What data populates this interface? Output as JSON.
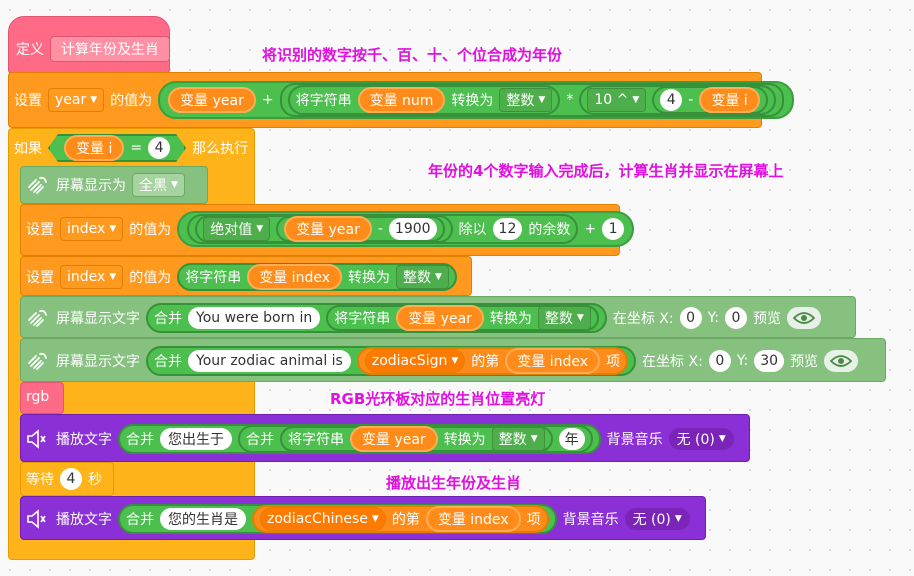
{
  "define": {
    "label": "定义",
    "name": "计算年份及生肖"
  },
  "annotations": {
    "a1": "将识别的数字按千、百、十、个位合成为年份",
    "a2": "年份的4个数字输入完成后，计算生肖并显示在屏幕上",
    "a3": "RGB光环板对应的生肖位置亮灯",
    "a4": "播放出生年份及生肖"
  },
  "set_year": {
    "set": "设置",
    "var": "year",
    "value_of": "的值为",
    "var_year": "变量 year",
    "plus": "+",
    "convert_str": "将字符串",
    "var_num": "变量 num",
    "convert_to": "转换为",
    "type": "整数",
    "times": "*",
    "pow": "10 ^",
    "four": "4",
    "minus": "-",
    "var_i": "变量 i"
  },
  "if_block": {
    "if": "如果",
    "var_i": "变量 i",
    "eq": "=",
    "val": "4",
    "then": "那么执行"
  },
  "screen1": {
    "label": "屏幕显示为",
    "option": "全黑"
  },
  "set_index1": {
    "set": "设置",
    "var": "index",
    "value_of": "的值为",
    "abs": "绝对值",
    "var_year": "变量 year",
    "minus": "-",
    "base": "1900",
    "mod": "除以",
    "twelve": "12",
    "rem": "的余数",
    "plus": "+",
    "one": "1"
  },
  "set_index2": {
    "set": "设置",
    "var": "index",
    "value_of": "的值为",
    "convert_str": "将字符串",
    "var_index": "变量 index",
    "convert_to": "转换为",
    "type": "整数"
  },
  "show1": {
    "label": "屏幕显示文字",
    "join": "合并",
    "text": "You were born in",
    "convert_str": "将字符串",
    "var_year": "变量 year",
    "convert_to": "转换为",
    "type": "整数",
    "at": "在坐标 X:",
    "x": "0",
    "y_label": "Y:",
    "y": "0",
    "preview": "预览"
  },
  "show2": {
    "label": "屏幕显示文字",
    "join": "合并",
    "text": "Your zodiac animal is",
    "list": "zodiacSign",
    "nth": "的第",
    "var_index": "变量 index",
    "item": "项",
    "at": "在坐标 X:",
    "x": "0",
    "y_label": "Y:",
    "y": "30",
    "preview": "预览"
  },
  "rgb": {
    "label": "rgb"
  },
  "play1": {
    "label": "播放文字",
    "join": "合并",
    "text": "您出生于",
    "join2": "合并",
    "convert_str": "将字符串",
    "var_year": "变量 year",
    "convert_to": "转换为",
    "type": "整数",
    "year_char": "年",
    "bgm": "背景音乐",
    "bgm_opt": "无 (0)"
  },
  "wait": {
    "label": "等待",
    "val": "4",
    "unit": "秒"
  },
  "play2": {
    "label": "播放文字",
    "join": "合并",
    "text": "您的生肖是",
    "list": "zodiacChinese",
    "nth": "的第",
    "var_index": "变量 index",
    "item": "项",
    "bgm": "背景音乐",
    "bgm_opt": "无 (0)"
  },
  "colors": {
    "define": "#ff6b87",
    "variable": "#ff9a1f",
    "control": "#ffb31a",
    "display": "#86c17f",
    "rgb_custom": "#ff6b87",
    "audio": "#8b2fd6",
    "operator": "#4cbf4f",
    "annotation": "#e010e0"
  }
}
